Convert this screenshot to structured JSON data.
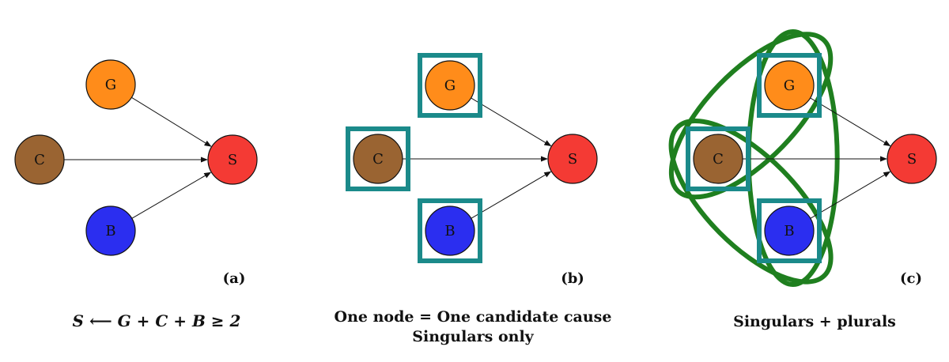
{
  "colors": {
    "G": "#ff8c1a",
    "C": "#9a6432",
    "B": "#2b2ef0",
    "S": "#f43a34",
    "singular_box": "#1b8a8a",
    "plural_ellipse": "#1f7f1f"
  },
  "nodes": {
    "G": "G",
    "C": "C",
    "B": "B",
    "S": "S"
  },
  "panels": [
    {
      "label": "(a)",
      "caption_lines": [
        "S ⟵ G + C + B ≥ 2"
      ],
      "singular_boxes": false,
      "plural_ellipses": false
    },
    {
      "label": "(b)",
      "caption_lines": [
        "One node = One candidate cause",
        "Singulars only"
      ],
      "singular_boxes": true,
      "plural_ellipses": false
    },
    {
      "label": "(c)",
      "caption_lines": [
        "Singulars + plurals"
      ],
      "singular_boxes": true,
      "plural_ellipses": true
    }
  ]
}
